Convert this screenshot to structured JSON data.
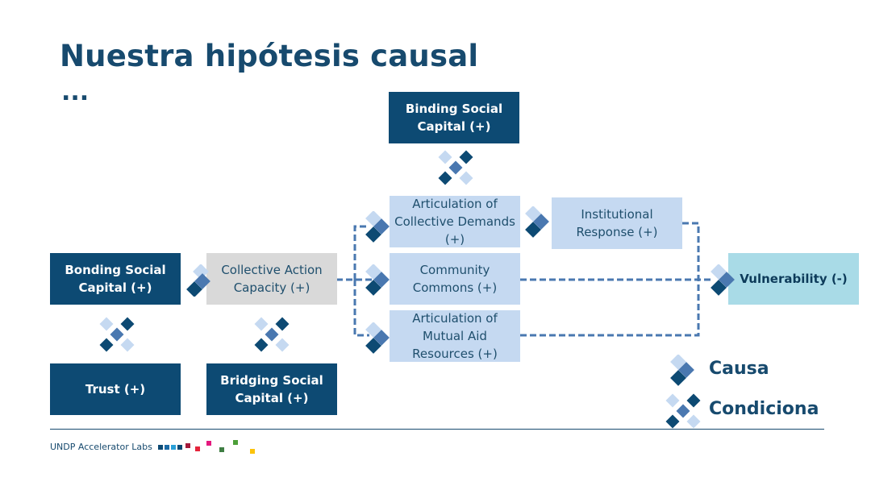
{
  "slide": {
    "title": "Nuestra hipótesis causal",
    "ellipsis": "..."
  },
  "nodes": {
    "binding": "Binding Social Capital (+)",
    "articulation_demands": "Articulation of Collective Demands (+)",
    "institutional": "Institutional Response (+)",
    "bonding": "Bonding Social Capital (+)",
    "collective_action": "Collective Action Capacity (+)",
    "commons": "Community Commons (+)",
    "vulnerability": "Vulnerability  (-)",
    "mutual_aid": "Articulation of Mutual Aid Resources (+)",
    "trust": "Trust (+)",
    "bridging": "Bridging Social Capital (+)"
  },
  "legend": {
    "causa": "Causa",
    "condiciona": "Condiciona"
  },
  "footer": {
    "brand": "UNDP Accelerator Labs"
  },
  "colors": {
    "dark_box": "#0d4a73",
    "light_box": "#c5d9f1",
    "grey_box": "#d9d9d9",
    "outcome_box": "#a9dbe7",
    "link_line": "#4a78b0"
  },
  "icons": {
    "cause": "cause-diamond-icon",
    "condition": "condition-cross-icon"
  }
}
